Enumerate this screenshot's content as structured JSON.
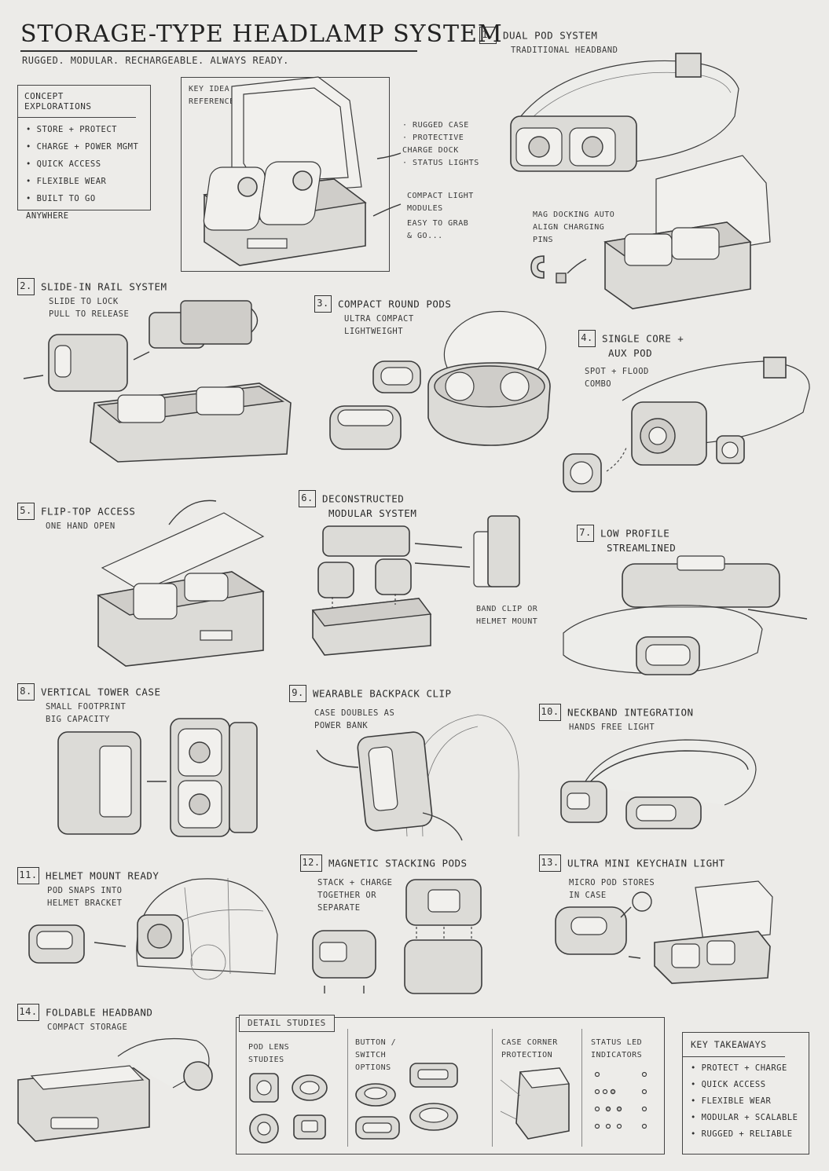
{
  "header": {
    "title": "Storage-Type Headlamp System",
    "subtitle": "Rugged. Modular. Rechargeable. Always ready."
  },
  "concept": {
    "heading": "Concept Explorations",
    "items": [
      "Store + Protect",
      "Charge + Power Mgmt",
      "Quick Access",
      "Flexible Wear",
      "Built to Go Anywhere"
    ]
  },
  "key_idea": {
    "heading": "Key Idea / Reference",
    "callouts": [
      "Rugged Case",
      "Protective Charge Dock",
      "Status Lights"
    ],
    "callout2": "Compact Light Modules",
    "callout3": "Easy to Grab & Go..."
  },
  "sections": [
    {
      "num": "1.",
      "title": "Dual Pod System",
      "sub": "Traditional Headband",
      "note": "Mag Docking Auto Align Charging Pins"
    },
    {
      "num": "2.",
      "title": "Slide-in Rail System",
      "sub": "Slide to Lock",
      "sub2": "Pull to Release"
    },
    {
      "num": "3.",
      "title": "Compact Round Pods",
      "sub": "Ultra Compact",
      "sub2": "Lightweight"
    },
    {
      "num": "4.",
      "title": "Single Core +",
      "title2": "Aux Pod",
      "sub": "Spot + Flood",
      "sub2": "Combo"
    },
    {
      "num": "5.",
      "title": "Flip-top Access",
      "sub": "One Hand Open"
    },
    {
      "num": "6.",
      "title": "Deconstructed",
      "title2": "Modular System",
      "note": "Band Clip or Helmet Mount"
    },
    {
      "num": "7.",
      "title": "Low Profile",
      "title2": "Streamlined"
    },
    {
      "num": "8.",
      "title": "Vertical Tower Case",
      "sub": "Small Footprint",
      "sub2": "Big Capacity"
    },
    {
      "num": "9.",
      "title": "Wearable Backpack Clip",
      "sub": "Case Doubles as",
      "sub2": "Power Bank"
    },
    {
      "num": "10.",
      "title": "Neckband Integration",
      "sub": "Hands Free Light"
    },
    {
      "num": "11.",
      "title": "Helmet Mount Ready",
      "sub": "Pod Snaps into",
      "sub2": "Helmet Bracket"
    },
    {
      "num": "12.",
      "title": "Magnetic Stacking Pods",
      "sub": "Stack + Charge",
      "sub2": "Together or",
      "sub3": "Separate"
    },
    {
      "num": "13.",
      "title": "Ultra Mini Keychain Light",
      "sub": "Micro Pod Stores",
      "sub2": "in Case"
    },
    {
      "num": "14.",
      "title": "Foldable Headband",
      "sub": "Compact Storage"
    }
  ],
  "detail": {
    "heading": "Detail Studies",
    "cols": [
      "Pod Lens Studies",
      "Button / Switch Options",
      "Case Corner Protection",
      "Status LED Indicators"
    ]
  },
  "takeaways": {
    "heading": "Key Takeaways",
    "items": [
      "Protect + Charge",
      "Quick Access",
      "Flexible Wear",
      "Modular + Scalable",
      "Rugged + Reliable"
    ]
  }
}
